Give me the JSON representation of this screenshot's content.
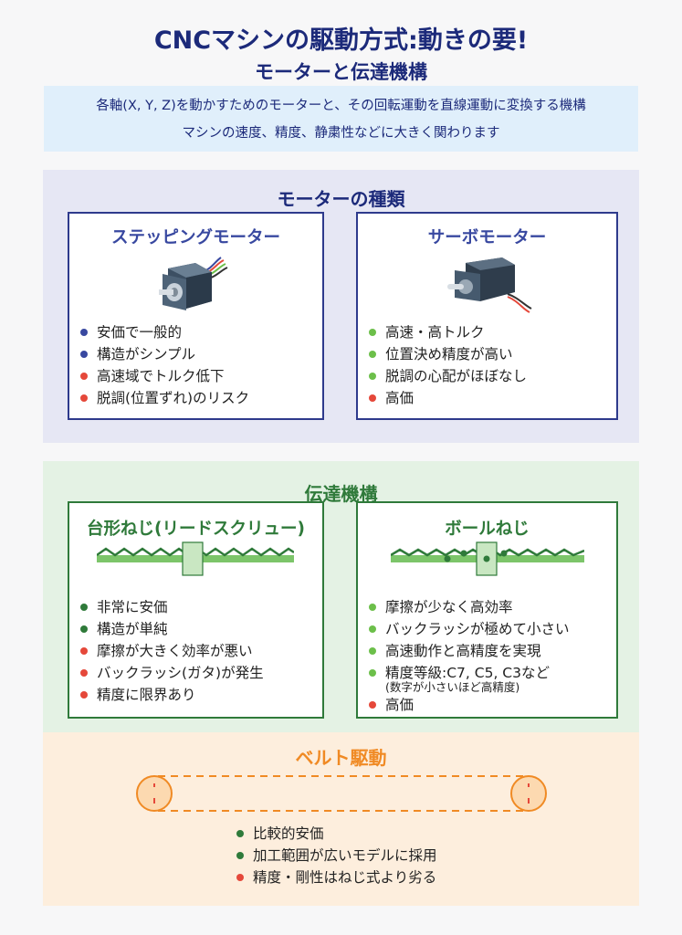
{
  "header": {
    "title": "CNCマシンの駆動方式:動きの要!",
    "subtitle": "モーターと伝達機構"
  },
  "intro": {
    "line1": "各軸(X, Y, Z)を動かすためのモーターと、その回転運動を直線運動に変換する機構",
    "line2": "マシンの速度、精度、静粛性などに大きく関わります"
  },
  "colors": {
    "navy": "#1c2a7a",
    "blue_dot": "#3848a0",
    "green_dark": "#2f7a3a",
    "green_light": "#6cbf4a",
    "red": "#e5483a",
    "orange": "#f08a24"
  },
  "motors": {
    "title": "モーターの種類",
    "stepping": {
      "title": "ステッピングモーター",
      "icon": "stepping-motor-icon",
      "items": [
        {
          "text": "安価で一般的",
          "color": "#3848a0"
        },
        {
          "text": "構造がシンプル",
          "color": "#3848a0"
        },
        {
          "text": "高速域でトルク低下",
          "color": "#e5483a"
        },
        {
          "text": "脱調(位置ずれ)のリスク",
          "color": "#e5483a"
        }
      ]
    },
    "servo": {
      "title": "サーボモーター",
      "icon": "servo-motor-icon",
      "items": [
        {
          "text": "高速・高トルク",
          "color": "#6cbf4a"
        },
        {
          "text": "位置決め精度が高い",
          "color": "#6cbf4a"
        },
        {
          "text": "脱調の心配がほぼなし",
          "color": "#6cbf4a"
        },
        {
          "text": "高価",
          "color": "#e5483a"
        }
      ]
    }
  },
  "transmission": {
    "title": "伝達機構",
    "lead_screw": {
      "title": "台形ねじ(リードスクリュー)",
      "icon": "lead-screw-icon",
      "items": [
        {
          "text": "非常に安価",
          "color": "#2f7a3a"
        },
        {
          "text": "構造が単純",
          "color": "#2f7a3a"
        },
        {
          "text": "摩擦が大きく効率が悪い",
          "color": "#e5483a"
        },
        {
          "text": "バックラッシ(ガタ)が発生",
          "color": "#e5483a"
        },
        {
          "text": "精度に限界あり",
          "color": "#e5483a"
        }
      ]
    },
    "ball_screw": {
      "title": "ボールねじ",
      "icon": "ball-screw-icon",
      "items": [
        {
          "text": "摩擦が少なく高効率",
          "color": "#6cbf4a"
        },
        {
          "text": "バックラッシが極めて小さい",
          "color": "#6cbf4a"
        },
        {
          "text": "高速動作と高精度を実現",
          "color": "#6cbf4a"
        },
        {
          "text": "精度等級:C7, C5, C3など",
          "note": "(数字が小さいほど高精度)",
          "color": "#6cbf4a"
        },
        {
          "text": "高価",
          "color": "#e5483a"
        }
      ]
    }
  },
  "belt": {
    "title": "ベルト駆動",
    "icon": "belt-pulley-icon",
    "items": [
      {
        "text": "比較的安価",
        "color": "#2f7a3a"
      },
      {
        "text": "加工範囲が広いモデルに採用",
        "color": "#2f7a3a"
      },
      {
        "text": "精度・剛性はねじ式より劣る",
        "color": "#e5483a"
      }
    ]
  }
}
